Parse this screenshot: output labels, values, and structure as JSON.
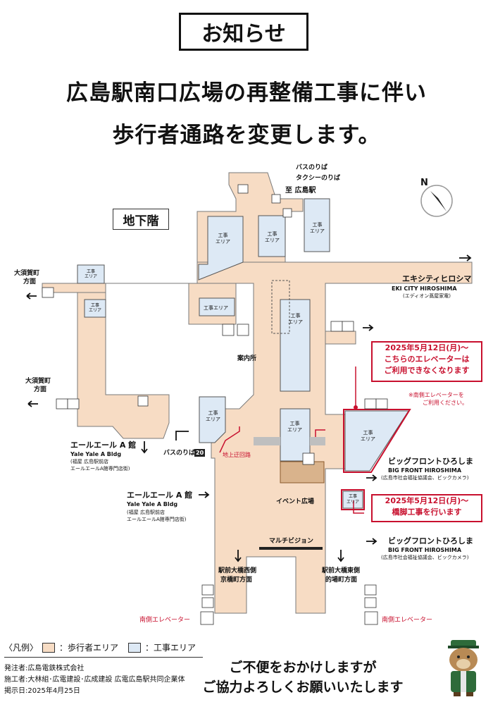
{
  "notice_title": "お知らせ",
  "headline": [
    "広島駅南口広場の再整備工事に伴い",
    "歩行者通路を変更します。"
  ],
  "floor": "地下階",
  "top_labels": [
    "バスのりば",
    "タクシーのりば"
  ],
  "to_station": "至 広島駅",
  "work_area": "工事\nエリア",
  "work_area_inline": "工事エリア",
  "right_exits": {
    "eki_city": [
      "エキシティヒロシマ",
      "EKI CITY HIROSHIMA",
      "(エディオン蔦屋家電)"
    ],
    "big_front_1": [
      "ビッグフロントひろしま",
      "BIG FRONT HIROSHIMA",
      "(広島市社会福祉協議会、ビックカメラ)"
    ],
    "big_front_2": [
      "ビッグフロントひろしま",
      "BIG FRONT HIROSHIMA",
      "(広島市社会福祉協議会、ビックカメラ)"
    ]
  },
  "left_exits": {
    "osuga_1": [
      "大須賀町",
      "方面"
    ],
    "osuga_2": [
      "大須賀町",
      "方面"
    ],
    "yale_1": [
      "エールエール A 館",
      "Yale Yale A Bldg",
      "(福屋 広島駅前店",
      " エールエールA館専門店街)"
    ],
    "yale_2": [
      "エールエール A 館",
      "Yale Yale A Bldg",
      "(福屋 広島駅前店",
      " エールエールA館専門店街)"
    ]
  },
  "info_center": "案内所",
  "bus_stop": "バスのりば",
  "bus_stop_no": "20",
  "detour": "地上迂回路",
  "event_plaza": "イベント広場",
  "multivision": "マルチビジョン",
  "bottom_exits": [
    [
      "駅前大橋西側",
      "京橋町方面"
    ],
    [
      "駅前大橋東側",
      "的場町方面"
    ]
  ],
  "south_elevator": "南側エレベーター",
  "notice_1": [
    "2025年5月12日(月)～",
    "こちらのエレベーターは",
    "ご利用できなくなります"
  ],
  "notice_1_sub": [
    "※南側エレベーターを",
    "ご利用ください。"
  ],
  "notice_2": [
    "2025年5月12日(月)～",
    "橋脚工事を行います"
  ],
  "legend": {
    "title": "〈凡例〉",
    "walk": "：歩行者エリア",
    "work": "：工事エリア"
  },
  "footer": [
    "発注者:広島電鉄株式会社",
    "施工者:大林組･広電建設･広成建設 広電広島駅共同企業体",
    "掲示日:2025年4月25日"
  ],
  "closing": [
    "ご不便をおかけしますが",
    "ご協力よろしくお願いいたします"
  ],
  "compass_letter": "N",
  "colors": {
    "walk": "#f7dcc4",
    "work": "#dde9f5",
    "outline": "#7a7a7a",
    "red": "#c8102e"
  }
}
